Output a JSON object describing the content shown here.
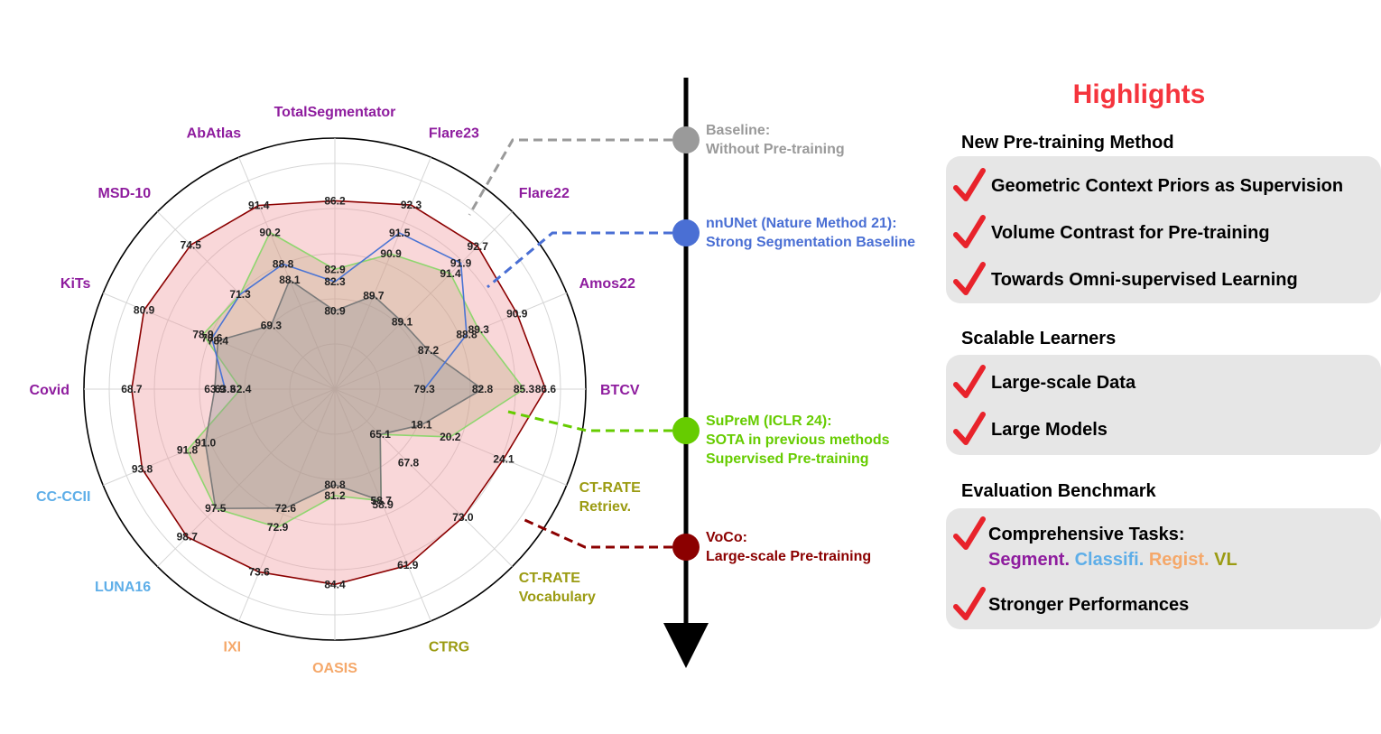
{
  "chart_data": {
    "type": "radar",
    "axes": [
      {
        "label": "TotalSegmentator",
        "color": "#8e1c9e",
        "min": 78,
        "max": 88,
        "ticks": [
          "86.2",
          "82.9",
          "82.3",
          "80.9"
        ]
      },
      {
        "label": "Flare23",
        "color": "#8e1c9e",
        "min": 87.5,
        "max": 93,
        "ticks": [
          "92.3",
          "91.5",
          "90.9",
          "89.7"
        ]
      },
      {
        "label": "Flare22",
        "color": "#8e1c9e",
        "min": 86.5,
        "max": 93.5,
        "ticks": [
          "92.7",
          "91.9",
          "91.4",
          "89.1"
        ]
      },
      {
        "label": "Amos22",
        "color": "#8e1c9e",
        "min": 84,
        "max": 92,
        "ticks": [
          "90.9",
          "89.3",
          "88.8",
          "87.2"
        ]
      },
      {
        "label": "BTCV",
        "color": "#8e1c9e",
        "min": 75,
        "max": 87.5,
        "ticks": [
          "86.6",
          "85.3",
          "82.8",
          "79.3"
        ]
      },
      {
        "label": "CT-RATE\nRetriev.",
        "color": "#9b9b12",
        "min": 13,
        "max": 27,
        "ticks": [
          "24.1",
          "20.2",
          "18.1"
        ]
      },
      {
        "label": "CT-RATE\nVocabulary",
        "color": "#9b9b12",
        "min": 62,
        "max": 76,
        "ticks": [
          "73.0",
          "67.8",
          "65.1"
        ]
      },
      {
        "label": "CTRG",
        "color": "#9b9b12",
        "min": 54,
        "max": 63.5,
        "ticks": [
          "61.9",
          "58.9",
          "58.7"
        ]
      },
      {
        "label": "OASIS",
        "color": "#f5a86a",
        "min": 78,
        "max": 85.5,
        "ticks": [
          "84.4",
          "81.2",
          "80.8"
        ]
      },
      {
        "label": "IXI",
        "color": "#f5a86a",
        "min": 71,
        "max": 74,
        "ticks": [
          "73.6",
          "72.9",
          "72.6"
        ]
      },
      {
        "label": "LUNA16",
        "color": "#5eaee8",
        "min": 93,
        "max": 99.2,
        "ticks": [
          "98.7",
          "97.5"
        ]
      },
      {
        "label": "CC-CCII",
        "color": "#5eaee8",
        "min": 86,
        "max": 94.5,
        "ticks": [
          "93.8",
          "91.8",
          "91.0"
        ]
      },
      {
        "label": "Covid",
        "color": "#8e1c9e",
        "min": 58,
        "max": 70,
        "ticks": [
          "68.7",
          "63.9",
          "63.3",
          "62.4"
        ]
      },
      {
        "label": "KiTs",
        "color": "#8e1c9e",
        "min": 75,
        "max": 81.5,
        "ticks": [
          "80.9",
          "78.9",
          "78.6",
          "78.4"
        ]
      },
      {
        "label": "MSD-10",
        "color": "#8e1c9e",
        "min": 66,
        "max": 75.5,
        "ticks": [
          "74.5",
          "71.3",
          "69.3"
        ]
      },
      {
        "label": "AbAtlas",
        "color": "#8e1c9e",
        "min": 84,
        "max": 92.5,
        "ticks": [
          "91.4",
          "90.2",
          "88.8",
          "88.1"
        ]
      }
    ],
    "series": [
      {
        "name": "Baseline: Without Pre-training",
        "values": [
          80.9,
          89.7,
          89.1,
          87.2,
          82.8,
          18.1,
          65.1,
          58.7,
          80.8,
          72.6,
          97.5,
          91.0,
          63.9,
          78.4,
          69.3,
          88.1
        ],
        "line": "#7a7a7a",
        "fill": "rgba(150,150,150,0.38)"
      },
      {
        "name": "nnUNet (Nature Method 21): Strong Segmentation Baseline",
        "values": [
          82.3,
          91.5,
          91.9,
          88.8,
          79.3,
          null,
          null,
          null,
          null,
          null,
          null,
          null,
          63.3,
          78.6,
          71.3,
          88.8
        ],
        "line": "#4a74d4",
        "fill": "none"
      },
      {
        "name": "SuPreM (ICLR 24): SOTA in previous methods Supervised Pre-training",
        "values": [
          82.9,
          90.9,
          91.4,
          89.3,
          85.3,
          20.2,
          null,
          null,
          81.2,
          72.9,
          97.5,
          91.8,
          62.4,
          78.9,
          71.3,
          90.2
        ],
        "line": "#8fd66f",
        "fill": "rgba(180,160,110,0.28)"
      },
      {
        "name": "VoCo: Large-scale Pre-training",
        "values": [
          86.2,
          92.3,
          92.7,
          90.9,
          86.6,
          24.1,
          73.0,
          61.9,
          84.4,
          73.6,
          98.7,
          93.8,
          68.7,
          80.9,
          74.5,
          91.4
        ],
        "line": "#8b0000",
        "fill": "rgba(240,150,155,0.38)"
      }
    ],
    "grid": true
  },
  "timeline": [
    {
      "line1": "Baseline:",
      "line2": "Without Pre-training",
      "line3": "",
      "color": "#9a9a9a"
    },
    {
      "line1": "nnUNet (Nature Method 21):",
      "line2": "Strong Segmentation Baseline",
      "line3": "",
      "color": "#4a6fd4"
    },
    {
      "line1": "SuPreM (ICLR 24):",
      "line2": "SOTA in previous methods",
      "line3": "Supervised Pre-training",
      "color": "#66cc00"
    },
    {
      "line1": "VoCo:",
      "line2": "Large-scale Pre-training",
      "line3": "",
      "color": "#8b0000"
    }
  ],
  "highlights": {
    "title": "Highlights",
    "sections": [
      {
        "title": "New Pre-training Method",
        "items": [
          "Geometric Context Priors as Supervision",
          "Volume Contrast for Pre-training",
          "Towards Omni-supervised Learning"
        ]
      },
      {
        "title": "Scalable Learners",
        "items": [
          "Large-scale Data",
          "Large Models"
        ]
      },
      {
        "title": "Evaluation Benchmark",
        "items": [
          "Comprehensive Tasks:",
          "Stronger Performances"
        ]
      }
    ],
    "tasks": [
      {
        "text": "Segment.",
        "color": "#8e1c9e"
      },
      {
        "text": "Classifi.",
        "color": "#5eaee8"
      },
      {
        "text": "Regist.",
        "color": "#f5a86a"
      },
      {
        "text": "VL",
        "color": "#9b9b12"
      }
    ]
  },
  "colors": {
    "check": "#e8232b",
    "title": "#f5343d",
    "panel": "#e6e6e6"
  }
}
